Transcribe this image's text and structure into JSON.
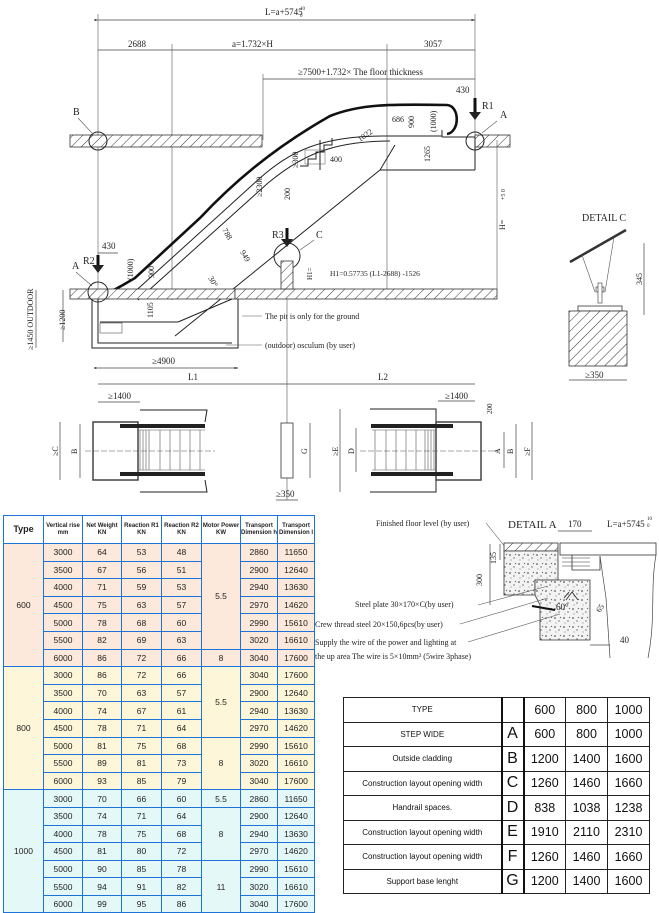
{
  "drawing": {
    "elevation": {
      "total_length": "L=a+5745",
      "total_length_tol_upper": "10",
      "total_length_tol_lower": "0",
      "lower_offset": "2688",
      "span": "a=1.732×H",
      "upper_offset": "3057",
      "upper_min": "≥7500+1.732× The floor thickness",
      "upper_overhang": "430",
      "lower_overhang": "430",
      "dim_686": "686",
      "dim_900_top": "900",
      "dim_1000_top": "(1000)",
      "dim_1022": "1022",
      "dim_1265": "1265",
      "dim_300": "≥300",
      "dim_400": "400",
      "dim_2300": "≥2300",
      "dim_200": "200",
      "dim_788": "788",
      "dim_949": "949",
      "angle": "30°",
      "dim_900_bottom": "900",
      "dim_1000_bottom": "(1000)",
      "dim_1105": "1105",
      "dim_1200": "≥1200",
      "dim_1450": "≥1450 OUTDOOR",
      "dim_4900": "≥4900",
      "label_L1": "L1",
      "label_L2": "L2",
      "label_H": "H=",
      "label_H_tol": "+5 0",
      "label_H1": "H1=",
      "h1_formula": "H1=0.57735 (L1-2688) -1526",
      "pit_note": "The pit is only for the ground",
      "osculum_note": "(outdoor) osculum (by user)",
      "reaction_R1": "R1",
      "reaction_R2": "R2",
      "reaction_R3": "R3",
      "callout_A_top": "A",
      "callout_A_bottom": "A",
      "callout_B": "B",
      "callout_C": "C"
    },
    "detail_c": {
      "title": "DETAIL C",
      "height": "345",
      "width": "≥350"
    },
    "plan": {
      "left_gap": "≥1400",
      "right_gap": "≥1400",
      "label_C": "≥C",
      "label_B_left": "B",
      "label_G": "G",
      "support_width": "≥350",
      "label_E": "≥E",
      "label_D": "D",
      "label_A": "A",
      "label_B_right": "B",
      "label_F": "≥F",
      "dim_200": "200"
    },
    "detail_a": {
      "title": "DETAIL A",
      "finished_floor": "Finished floor level (by user)",
      "dim_170": "170",
      "length": "L=a+5745",
      "length_tol_upper": "10",
      "length_tol_lower": "0",
      "dim_135": "135",
      "dim_300": "300",
      "steel_plate": "Steel plate 30×170×C(by user)",
      "thread_steel": "Crew thread steel 20×150,6pcs(by user)",
      "angle": "60°",
      "dim_65": "65",
      "dim_40": "40",
      "wire_note_1": "Supply the wire of the power and lighting at",
      "wire_note_2": "the up area The wire is 5×10mm² (5wire 3phase)"
    }
  },
  "spec_table": {
    "headers": [
      "Type",
      "Vertical rise mm",
      "Net Weight KN",
      "Reaction R1 KN",
      "Reaction R2 KN",
      "Motor Power KW",
      "Transport Dimension h",
      "Transport Dimension l"
    ],
    "groups": [
      {
        "type": "600",
        "color": "#fde9dc",
        "rows": [
          {
            "rise": "3000",
            "weight": "64",
            "r1": "53",
            "r2": "48",
            "h": "2860",
            "l": "11650"
          },
          {
            "rise": "3500",
            "weight": "67",
            "r1": "56",
            "r2": "51",
            "h": "2900",
            "l": "12640"
          },
          {
            "rise": "4000",
            "weight": "71",
            "r1": "59",
            "r2": "53",
            "h": "2940",
            "l": "13630"
          },
          {
            "rise": "4500",
            "weight": "75",
            "r1": "63",
            "r2": "57",
            "h": "2970",
            "l": "14620"
          },
          {
            "rise": "5000",
            "weight": "78",
            "r1": "68",
            "r2": "60",
            "h": "2990",
            "l": "15610"
          },
          {
            "rise": "5500",
            "weight": "82",
            "r1": "69",
            "r2": "63",
            "h": "3020",
            "l": "16610"
          },
          {
            "rise": "6000",
            "weight": "86",
            "r1": "72",
            "r2": "66",
            "h": "3040",
            "l": "17600"
          }
        ],
        "motor": [
          {
            "value": "5.5",
            "span": 6
          },
          {
            "value": "8",
            "span": 1
          }
        ]
      },
      {
        "type": "800",
        "color": "#fdf6d9",
        "rows": [
          {
            "rise": "3000",
            "weight": "86",
            "r1": "72",
            "r2": "66",
            "h": "3040",
            "l": "17600"
          },
          {
            "rise": "3500",
            "weight": "70",
            "r1": "63",
            "r2": "57",
            "h": "2900",
            "l": "12640"
          },
          {
            "rise": "4000",
            "weight": "74",
            "r1": "67",
            "r2": "61",
            "h": "2940",
            "l": "13630"
          },
          {
            "rise": "4500",
            "weight": "78",
            "r1": "71",
            "r2": "64",
            "h": "2970",
            "l": "14620"
          },
          {
            "rise": "5000",
            "weight": "81",
            "r1": "75",
            "r2": "68",
            "h": "2990",
            "l": "15610"
          },
          {
            "rise": "5500",
            "weight": "89",
            "r1": "81",
            "r2": "73",
            "h": "3020",
            "l": "16610"
          },
          {
            "rise": "6000",
            "weight": "93",
            "r1": "85",
            "r2": "79",
            "h": "3040",
            "l": "17600"
          }
        ],
        "motor": [
          {
            "value": "5.5",
            "span": 4
          },
          {
            "value": "8",
            "span": 3
          }
        ]
      },
      {
        "type": "1000",
        "color": "#e5f8f8",
        "rows": [
          {
            "rise": "3000",
            "weight": "70",
            "r1": "66",
            "r2": "60",
            "h": "2860",
            "l": "11650"
          },
          {
            "rise": "3500",
            "weight": "74",
            "r1": "71",
            "r2": "64",
            "h": "2900",
            "l": "12640"
          },
          {
            "rise": "4000",
            "weight": "78",
            "r1": "75",
            "r2": "68",
            "h": "2940",
            "l": "13630"
          },
          {
            "rise": "4500",
            "weight": "81",
            "r1": "80",
            "r2": "72",
            "h": "2970",
            "l": "14620"
          },
          {
            "rise": "5000",
            "weight": "90",
            "r1": "85",
            "r2": "78",
            "h": "2990",
            "l": "15610"
          },
          {
            "rise": "5500",
            "weight": "94",
            "r1": "91",
            "r2": "82",
            "h": "3020",
            "l": "16610"
          },
          {
            "rise": "6000",
            "weight": "99",
            "r1": "95",
            "r2": "86",
            "h": "3040",
            "l": "17600"
          }
        ],
        "motor": [
          {
            "value": "5.5",
            "span": 1
          },
          {
            "value": "8",
            "span": 3
          },
          {
            "value": "11",
            "span": 3
          }
        ]
      }
    ]
  },
  "dim_table": {
    "header": {
      "label": "TYPE",
      "code": "",
      "values": [
        "600",
        "800",
        "1000"
      ]
    },
    "rows": [
      {
        "label": "STEP WIDE",
        "code": "A",
        "values": [
          "600",
          "800",
          "1000"
        ]
      },
      {
        "label": "Outside cladding",
        "code": "B",
        "values": [
          "1200",
          "1400",
          "1600"
        ]
      },
      {
        "label": "Construction layout opening width",
        "code": "C",
        "values": [
          "1260",
          "1460",
          "1660"
        ]
      },
      {
        "label": "Handrail spaces.",
        "code": "D",
        "values": [
          "838",
          "1038",
          "1238"
        ]
      },
      {
        "label": "Construction layout opening width",
        "code": "E",
        "values": [
          "1910",
          "2110",
          "2310"
        ]
      },
      {
        "label": "Construction layout opening width",
        "code": "F",
        "values": [
          "1260",
          "1460",
          "1660"
        ]
      },
      {
        "label": "Support base lenght",
        "code": "G",
        "values": [
          "1200",
          "1400",
          "1600"
        ]
      }
    ]
  }
}
